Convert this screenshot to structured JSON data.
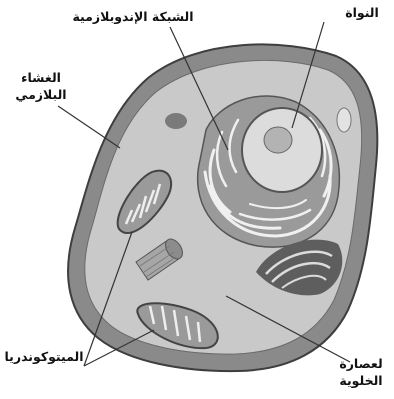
{
  "labels": {
    "er": "الشبكة الإندوبلازمية",
    "nucleus": "النواة",
    "membrane_line1": "الغشاء",
    "membrane_line2": "البلازمي",
    "mitochondria": "الميتوكوندريا",
    "cytoplasm_line1": "لعصارة",
    "cytoplasm_line2": "الخلوية"
  },
  "colors": {
    "outer_cell": "#8a8a8a",
    "inner_cell": "#c9c9c9",
    "outline": "#4a4a4a",
    "nucleus": "#dcdcdc",
    "nucleolus": "#b3b3b3",
    "er": "#9a9a9a",
    "golgi": "#5e5e5e",
    "leader_lines": "#333333"
  }
}
